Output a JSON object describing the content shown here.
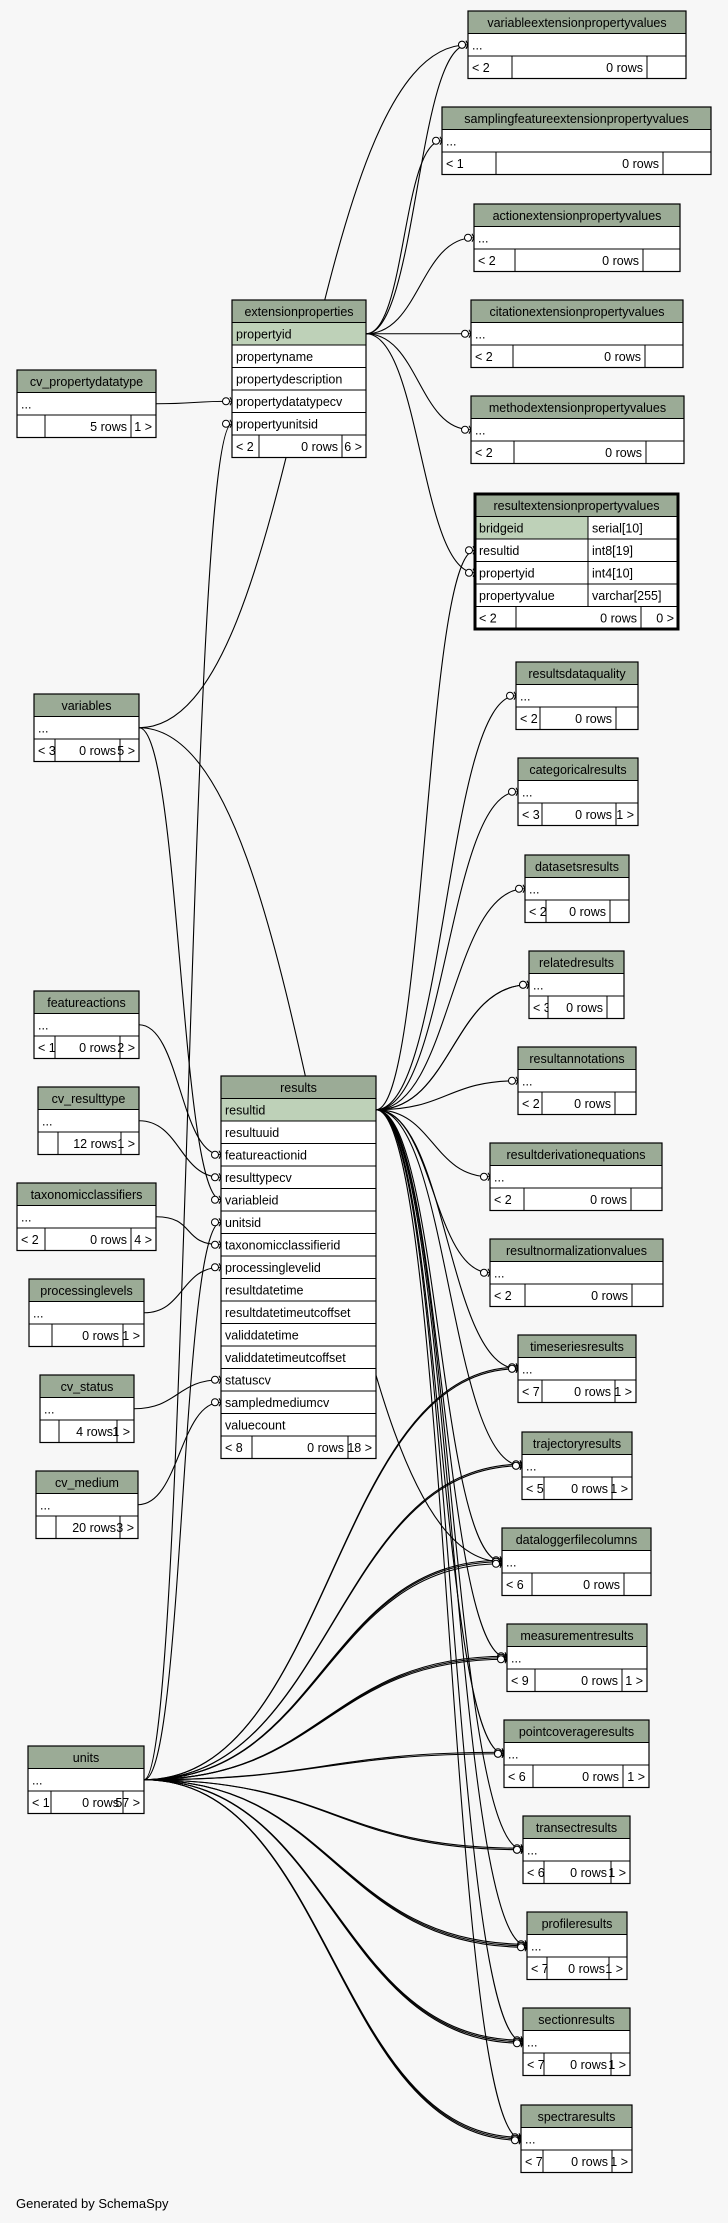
{
  "footer": "Generated by SchemaSpy",
  "colors": {
    "header": "#9bab96",
    "key": "#bed1b8",
    "row": "#ffffff",
    "line": "#000000",
    "bg": "#f7f7f7"
  },
  "tables": {
    "variableextensionpropertyvalues": {
      "title": "variableextensionpropertyvalues",
      "fields": [
        "..."
      ],
      "counts": [
        "< 2",
        "0 rows",
        ""
      ]
    },
    "samplingfeatureextensionpropertyvalues": {
      "title": "samplingfeatureextensionpropertyvalues",
      "fields": [
        "..."
      ],
      "counts": [
        "< 1",
        "0 rows",
        ""
      ]
    },
    "actionextensionpropertyvalues": {
      "title": "actionextensionpropertyvalues",
      "fields": [
        "..."
      ],
      "counts": [
        "< 2",
        "0 rows",
        ""
      ]
    },
    "citationextensionpropertyvalues": {
      "title": "citationextensionpropertyvalues",
      "fields": [
        "..."
      ],
      "counts": [
        "< 2",
        "0 rows",
        ""
      ]
    },
    "methodextensionpropertyvalues": {
      "title": "methodextensionpropertyvalues",
      "fields": [
        "..."
      ],
      "counts": [
        "< 2",
        "0 rows",
        ""
      ]
    },
    "resultextensionpropertyvalues": {
      "title": "resultextensionpropertyvalues",
      "fields": [
        [
          "bridgeid",
          "serial[10]"
        ],
        [
          "resultid",
          "int8[19]"
        ],
        [
          "propertyid",
          "int4[10]"
        ],
        [
          "propertyvalue",
          "varchar[255]"
        ]
      ],
      "counts": [
        "< 2",
        "0 rows",
        "0 >"
      ]
    },
    "extensionproperties": {
      "title": "extensionproperties",
      "fields": [
        "propertyid",
        "propertyname",
        "propertydescription",
        "propertydatatypecv",
        "propertyunitsid"
      ],
      "counts": [
        "< 2",
        "0 rows",
        "6 >"
      ]
    },
    "cv_propertydatatype": {
      "title": "cv_propertydatatype",
      "fields": [
        "..."
      ],
      "counts": [
        "",
        "5 rows",
        "1 >"
      ]
    },
    "variables": {
      "title": "variables",
      "fields": [
        "..."
      ],
      "counts": [
        "< 3",
        "0 rows",
        "5 >"
      ]
    },
    "featureactions": {
      "title": "featureactions",
      "fields": [
        "..."
      ],
      "counts": [
        "< 1",
        "0 rows",
        "2 >"
      ]
    },
    "cv_resulttype": {
      "title": "cv_resulttype",
      "fields": [
        "..."
      ],
      "counts": [
        "",
        "12 rows",
        "1 >"
      ]
    },
    "taxonomicclassifiers": {
      "title": "taxonomicclassifiers",
      "fields": [
        "..."
      ],
      "counts": [
        "< 2",
        "0 rows",
        "4 >"
      ]
    },
    "processinglevels": {
      "title": "processinglevels",
      "fields": [
        "..."
      ],
      "counts": [
        "",
        "0 rows",
        "1 >"
      ]
    },
    "cv_status": {
      "title": "cv_status",
      "fields": [
        "..."
      ],
      "counts": [
        "",
        "4 rows",
        "1 >"
      ]
    },
    "cv_medium": {
      "title": "cv_medium",
      "fields": [
        "..."
      ],
      "counts": [
        "",
        "20 rows",
        "3 >"
      ]
    },
    "units": {
      "title": "units",
      "fields": [
        "..."
      ],
      "counts": [
        "< 1",
        "0 rows",
        "57 >"
      ]
    },
    "results": {
      "title": "results",
      "fields": [
        "resultid",
        "resultuuid",
        "featureactionid",
        "resulttypecv",
        "variableid",
        "unitsid",
        "taxonomicclassifierid",
        "processinglevelid",
        "resultdatetime",
        "resultdatetimeutcoffset",
        "validdatetime",
        "validdatetimeutcoffset",
        "statuscv",
        "sampledmediumcv",
        "valuecount"
      ],
      "counts": [
        "< 8",
        "0 rows",
        "18 >"
      ]
    },
    "resultsdataquality": {
      "title": "resultsdataquality",
      "fields": [
        "..."
      ],
      "counts": [
        "< 2",
        "0 rows",
        ""
      ]
    },
    "categoricalresults": {
      "title": "categoricalresults",
      "fields": [
        "..."
      ],
      "counts": [
        "< 3",
        "0 rows",
        "1 >"
      ]
    },
    "datasetsresults": {
      "title": "datasetsresults",
      "fields": [
        "..."
      ],
      "counts": [
        "< 2",
        "0 rows",
        ""
      ]
    },
    "relatedresults": {
      "title": "relatedresults",
      "fields": [
        "..."
      ],
      "counts": [
        "< 3",
        "0 rows",
        ""
      ]
    },
    "resultannotations": {
      "title": "resultannotations",
      "fields": [
        "..."
      ],
      "counts": [
        "< 2",
        "0 rows",
        ""
      ]
    },
    "resultderivationequations": {
      "title": "resultderivationequations",
      "fields": [
        "..."
      ],
      "counts": [
        "< 2",
        "0 rows",
        ""
      ]
    },
    "resultnormalizationvalues": {
      "title": "resultnormalizationvalues",
      "fields": [
        "..."
      ],
      "counts": [
        "< 2",
        "0 rows",
        ""
      ]
    },
    "timeseriesresults": {
      "title": "timeseriesresults",
      "fields": [
        "..."
      ],
      "counts": [
        "< 7",
        "0 rows",
        "1 >"
      ]
    },
    "trajectoryresults": {
      "title": "trajectoryresults",
      "fields": [
        "..."
      ],
      "counts": [
        "< 5",
        "0 rows",
        "1 >"
      ]
    },
    "dataloggerfilecolumns": {
      "title": "dataloggerfilecolumns",
      "fields": [
        "..."
      ],
      "counts": [
        "< 6",
        "0 rows",
        ""
      ]
    },
    "measurementresults": {
      "title": "measurementresults",
      "fields": [
        "..."
      ],
      "counts": [
        "< 9",
        "0 rows",
        "1 >"
      ]
    },
    "pointcoverageresults": {
      "title": "pointcoverageresults",
      "fields": [
        "..."
      ],
      "counts": [
        "< 6",
        "0 rows",
        "1 >"
      ]
    },
    "transectresults": {
      "title": "transectresults",
      "fields": [
        "..."
      ],
      "counts": [
        "< 6",
        "0 rows",
        "1 >"
      ]
    },
    "profileresults": {
      "title": "profileresults",
      "fields": [
        "..."
      ],
      "counts": [
        "< 7",
        "0 rows",
        "1 >"
      ]
    },
    "sectionresults": {
      "title": "sectionresults",
      "fields": [
        "..."
      ],
      "counts": [
        "< 7",
        "0 rows",
        "1 >"
      ]
    },
    "spectraresults": {
      "title": "spectraresults",
      "fields": [
        "..."
      ],
      "counts": [
        "< 7",
        "0 rows",
        "1 >"
      ]
    }
  }
}
